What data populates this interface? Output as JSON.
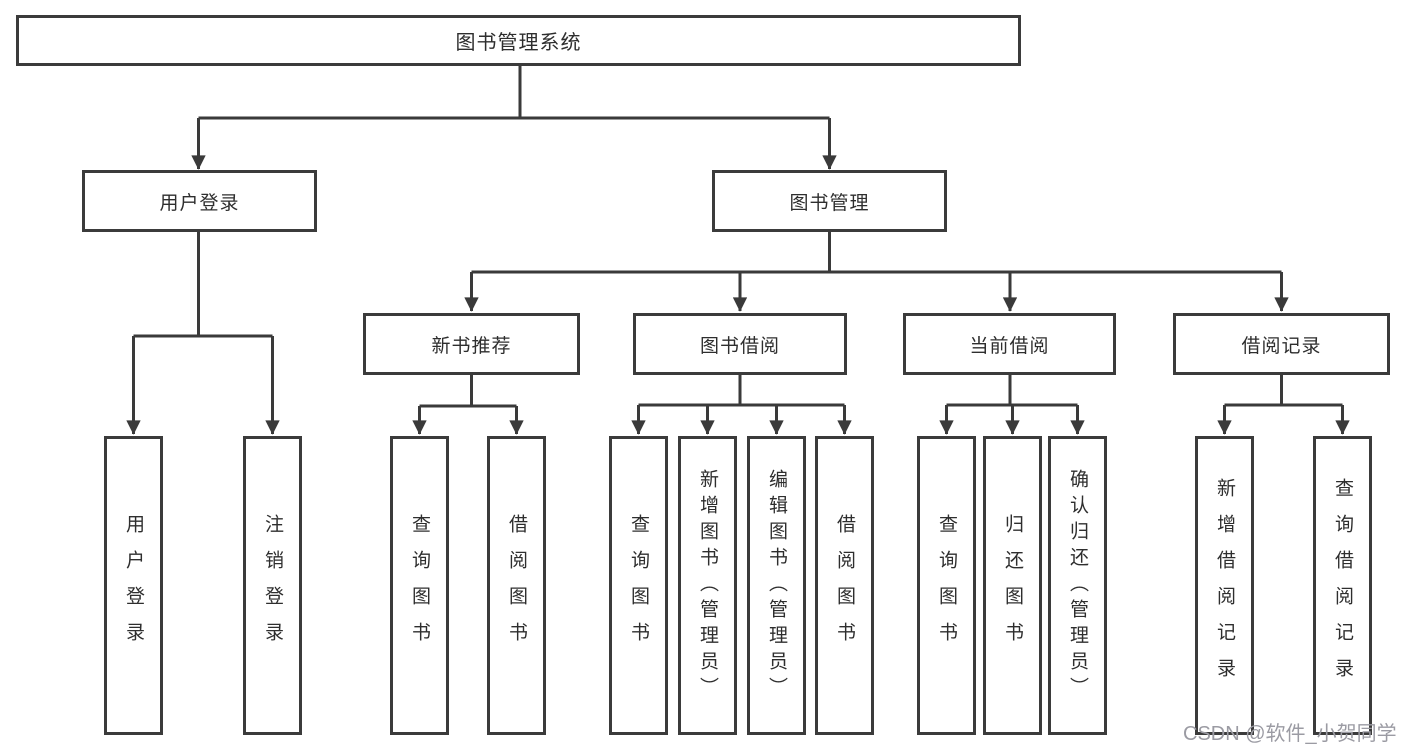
{
  "diagram": {
    "root": {
      "label": "图书管理系统"
    },
    "user_login": {
      "label": "用户登录",
      "children": [
        {
          "label": "用户登录"
        },
        {
          "label": "注销登录"
        }
      ]
    },
    "book_management": {
      "label": "图书管理",
      "sections": [
        {
          "label": "新书推荐",
          "children": [
            {
              "label": "查询图书"
            },
            {
              "label": "借阅图书"
            }
          ]
        },
        {
          "label": "图书借阅",
          "children": [
            {
              "label": "查询图书"
            },
            {
              "label": "新增图书（管理员）"
            },
            {
              "label": "编辑图书（管理员）"
            },
            {
              "label": "借阅图书"
            }
          ]
        },
        {
          "label": "当前借阅",
          "children": [
            {
              "label": "查询图书"
            },
            {
              "label": "归还图书"
            },
            {
              "label": "确认归还（管理员）"
            }
          ]
        },
        {
          "label": "借阅记录",
          "children": [
            {
              "label": "新增借阅记录"
            },
            {
              "label": "查询借阅记录"
            }
          ]
        }
      ]
    }
  },
  "watermark": {
    "text": "CSDN @软件_小贺同学"
  },
  "colors": {
    "line": "#3a3a3a",
    "box_border": "#3b3b3b",
    "text": "#2e2e2e",
    "watermark": "#9b9ba3",
    "background": "#ffffff"
  }
}
